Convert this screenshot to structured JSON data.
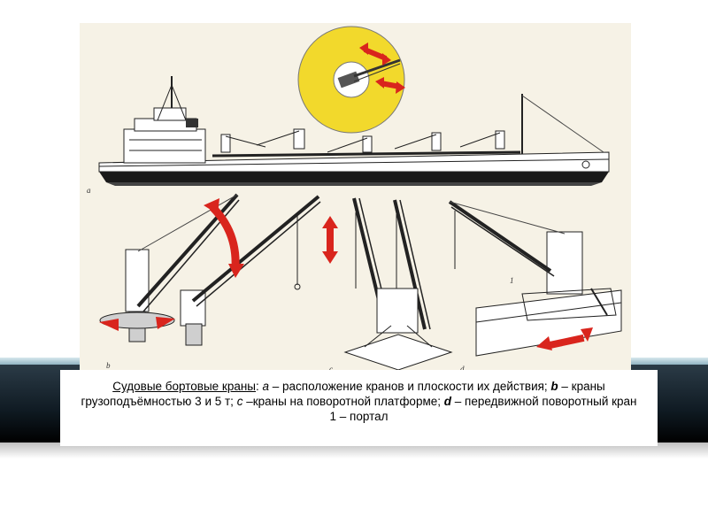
{
  "caption": {
    "lead": "Судовые бортовые краны",
    "p1": ": ",
    "a": "a",
    "p2": " – расположение кранов и плоскости их действия; ",
    "b": "b",
    "p3": " – краны грузоподъёмностью 3 и 5 т; ",
    "c": "c",
    "p4": " –краны на поворотной платформе; ",
    "d": "d",
    "p5": " – передвижной поворотный кран",
    "line2": "1 – портал"
  },
  "figure_labels": {
    "a": "a",
    "b": "b",
    "c": "c",
    "d": "d",
    "one": "1"
  },
  "colors": {
    "background": "#f6f2e6",
    "hull": "#1a1a1a",
    "arrow": "#d9251d",
    "rotation_zone": "#f2d92c",
    "band": "#0f1a22"
  }
}
